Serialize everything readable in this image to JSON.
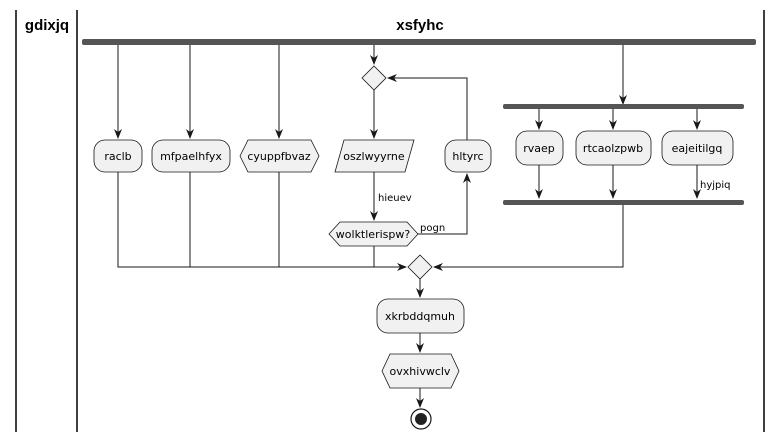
{
  "swimlanes": [
    {
      "title": "gdixjq"
    },
    {
      "title": "xsfyhc"
    }
  ],
  "nodes": {
    "raclb": "raclb",
    "mfpaelhfyx": "mfpaelhfyx",
    "cyuppfbvaz": "cyuppfbvaz",
    "oszlwyyrne": "oszlwyyrne",
    "hltyrc": "hltyrc",
    "wolktlerispw": "wolktlerispw?",
    "rvaep": "rvaep",
    "rtcaolzpwb": "rtcaolzpwb",
    "eajeitilgq": "eajeitilgq",
    "xkrbddqmuh": "xkrbddqmuh",
    "ovxhivwclv": "ovxhivwclv"
  },
  "edge_labels": {
    "hieuev": "hieuev",
    "pogn": "pogn",
    "hyjpiq": "hyjpiq"
  },
  "colors": {
    "node_fill": "#f1f1f1",
    "stroke": "#181818",
    "fork_bar": "#555555"
  }
}
